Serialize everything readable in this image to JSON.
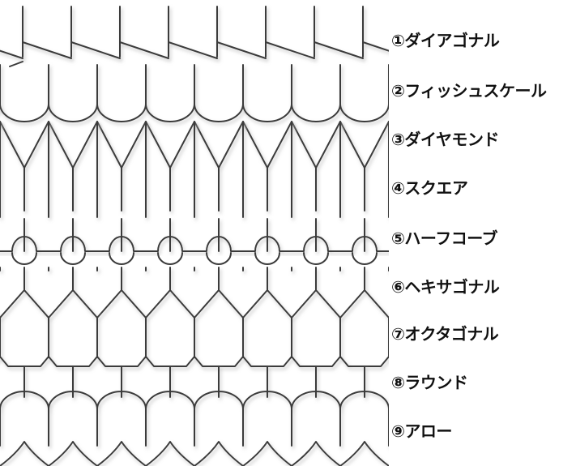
{
  "colors": {
    "background": "#ffffff",
    "stroke": "#3a3a3a",
    "shadow": "#bbbbbb",
    "text": "#111111"
  },
  "shingles": [
    {
      "id": "diagonal",
      "label": "①ダイアゴナル"
    },
    {
      "id": "fishscale",
      "label": "②フィッシュスケール"
    },
    {
      "id": "diamond",
      "label": "③ダイヤモンド"
    },
    {
      "id": "square",
      "label": "④スクエア"
    },
    {
      "id": "halfcove",
      "label": "⑤ハーフコーブ"
    },
    {
      "id": "hexagonal",
      "label": "⑥ヘキサゴナル"
    },
    {
      "id": "octagonal",
      "label": "⑦オクタゴナル"
    },
    {
      "id": "round",
      "label": "⑧ラウンド"
    },
    {
      "id": "arrow",
      "label": "⑨アロー"
    }
  ]
}
